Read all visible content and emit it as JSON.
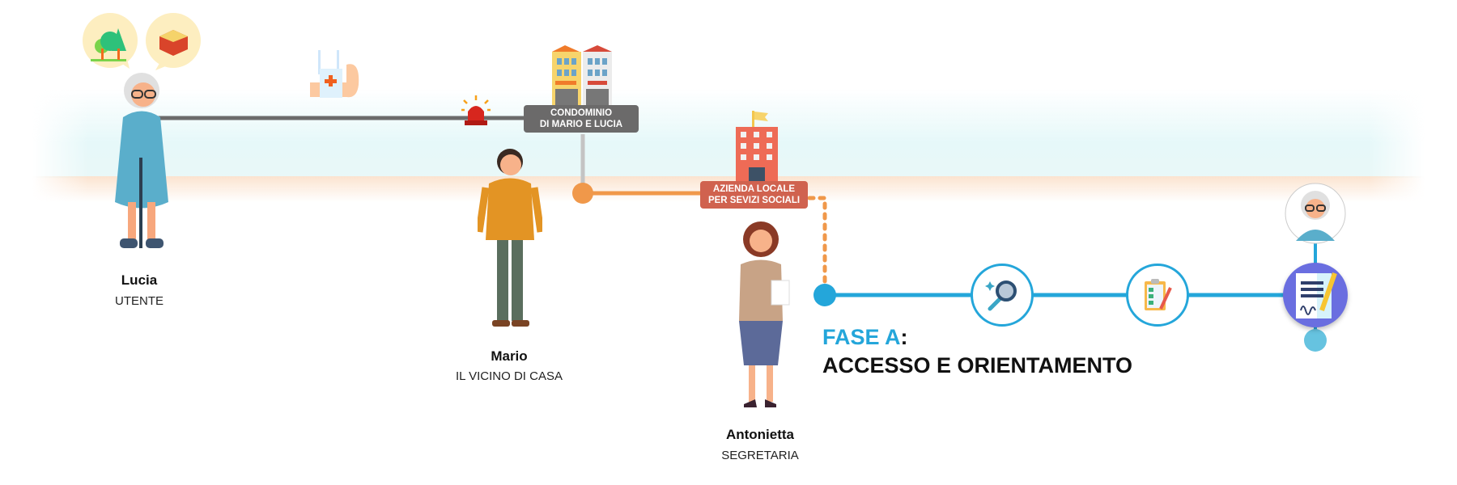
{
  "people": [
    {
      "name": "Lucia",
      "role": "UTENTE"
    },
    {
      "name": "Mario",
      "role": "IL VICINO DI CASA"
    },
    {
      "name": "Antonietta",
      "role": "SEGRETARIA"
    }
  ],
  "places": {
    "condominio": {
      "line1": "CONDOMINIO",
      "line2": "DI MARIO E LUCIA"
    },
    "azienda": {
      "line1": "AZIENDA LOCALE",
      "line2": "PER SEVIZI SOCIALI"
    }
  },
  "phase": {
    "title": "FASE A",
    "colon": ":",
    "subtitle": "ACCESSO E ORIENTAMENTO"
  },
  "colors": {
    "blue": "#24a6da",
    "orange": "#f0984a",
    "gray": "#6b6b6b",
    "azienda": "#d0624f",
    "purple": "#6a6ee0"
  }
}
